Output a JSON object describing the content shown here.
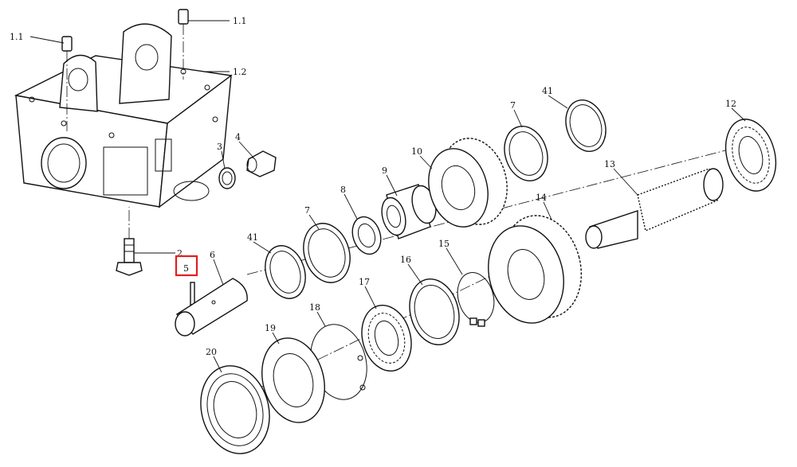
{
  "callouts": {
    "c1_1a": "1.1",
    "c1_1b": "1.1",
    "c1_2": "1.2",
    "c2": "2",
    "c3": "3",
    "c4": "4",
    "c5": "5",
    "c6": "6",
    "c7a": "7",
    "c7b": "7",
    "c8": "8",
    "c9": "9",
    "c10": "10",
    "c12": "12",
    "c13": "13",
    "c14": "14",
    "c15": "15",
    "c16": "16",
    "c17": "17",
    "c18": "18",
    "c19": "19",
    "c20": "20",
    "c41a": "41",
    "c41b": "41"
  },
  "highlight": {
    "label": "5",
    "color": "#e02020"
  },
  "line_color": "#111111"
}
